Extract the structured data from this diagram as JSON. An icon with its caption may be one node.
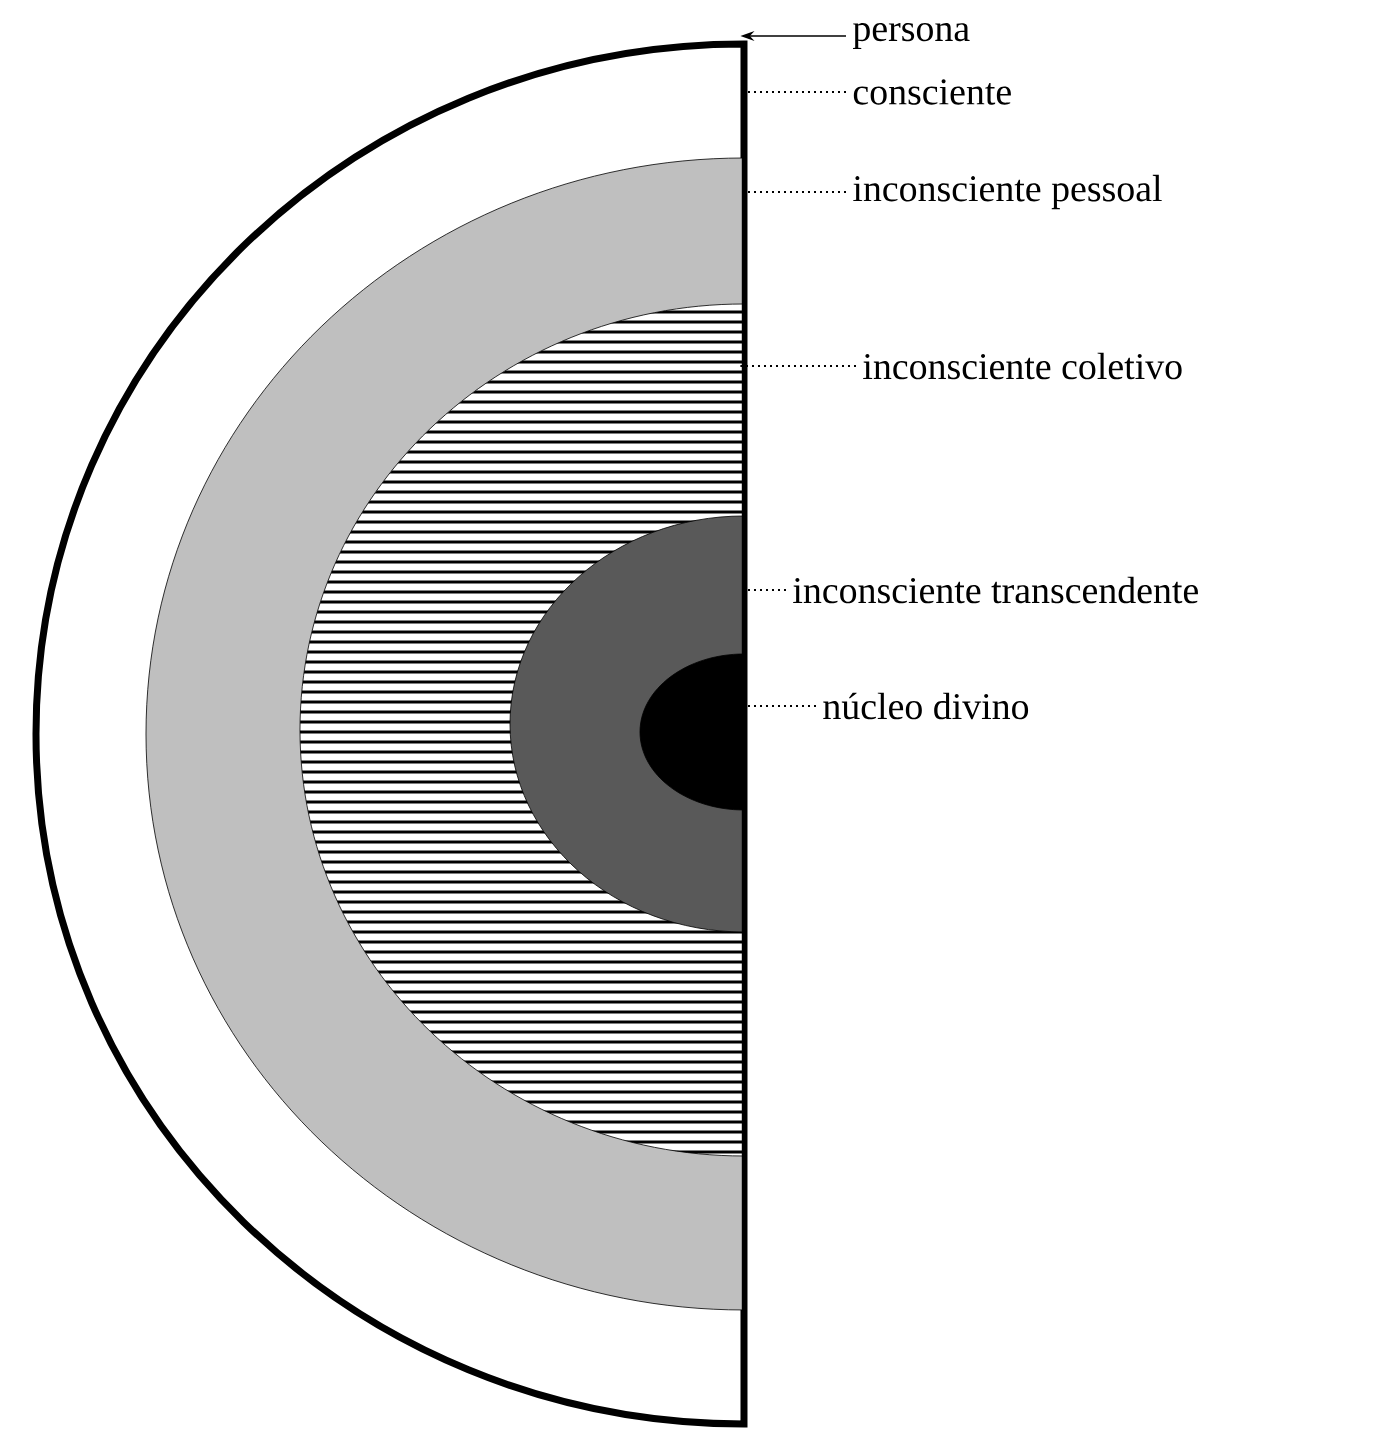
{
  "diagram": {
    "nodes": [
      {
        "text": [],
        "shape": "half-disc"
      },
      {
        "text": [],
        "shape": "half-disc",
        "in": 0
      },
      {
        "text": [],
        "shape": "half-disc",
        "in": 1
      },
      {
        "text": [],
        "shape": "half-disc",
        "in": 2
      },
      {
        "text": [],
        "shape": "half-disc",
        "in": 3
      },
      {
        "text": [
          "persona"
        ]
      },
      {
        "text": [
          "consciente"
        ]
      },
      {
        "text": [
          "inconsciente pessoal"
        ]
      },
      {
        "text": [
          "inconsciente coletivo"
        ]
      },
      {
        "text": [
          "inconsciente transcendente"
        ]
      },
      {
        "text": [
          "núcleo divino"
        ]
      }
    ],
    "edges": [
      {
        "from": 5,
        "to": 0,
        "arrow": "to"
      },
      {
        "from": 6,
        "to": 0,
        "arrow": "none",
        "style": "dashed"
      },
      {
        "from": 7,
        "to": 1,
        "arrow": "none",
        "style": "dashed"
      },
      {
        "from": 8,
        "to": 2,
        "arrow": "none",
        "style": "dashed"
      },
      {
        "from": 9,
        "to": 3,
        "arrow": "none",
        "style": "dashed"
      },
      {
        "from": 10,
        "to": 4,
        "arrow": "none",
        "style": "dashed"
      }
    ]
  }
}
